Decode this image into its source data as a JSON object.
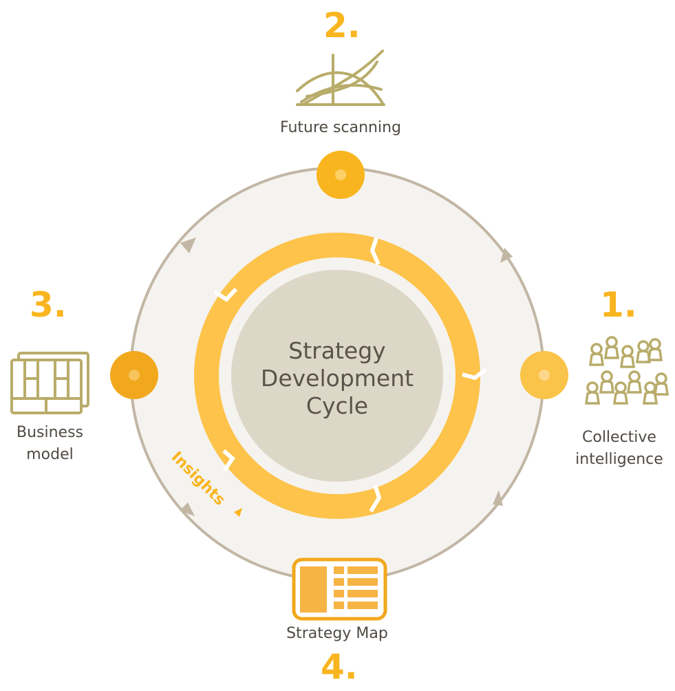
{
  "center": {
    "line1": "Strategy",
    "line2": "Development",
    "line3": "Cycle"
  },
  "steps": [
    {
      "number": "1.",
      "label_line1": "Collective",
      "label_line2": "intelligence",
      "icon": "people-group-icon"
    },
    {
      "number": "2.",
      "label_line1": "Future scanning",
      "icon": "trend-curves-icon"
    },
    {
      "number": "3.",
      "label_line1": "Business",
      "label_line2": "model",
      "icon": "business-model-canvas-icon"
    },
    {
      "number": "4.",
      "label_line1": "Strategy Map",
      "icon": "strategy-map-icon"
    }
  ],
  "insights_label": "Insights",
  "colors": {
    "accent": "#f9b51f",
    "accent_dark": "#f2a81d",
    "ring": "#c2b6a5",
    "outer_fill": "#f5f3ef",
    "center_fill": "#ddd7c8",
    "icon_olive": "#b8ac6a",
    "text": "#4f4a43"
  }
}
